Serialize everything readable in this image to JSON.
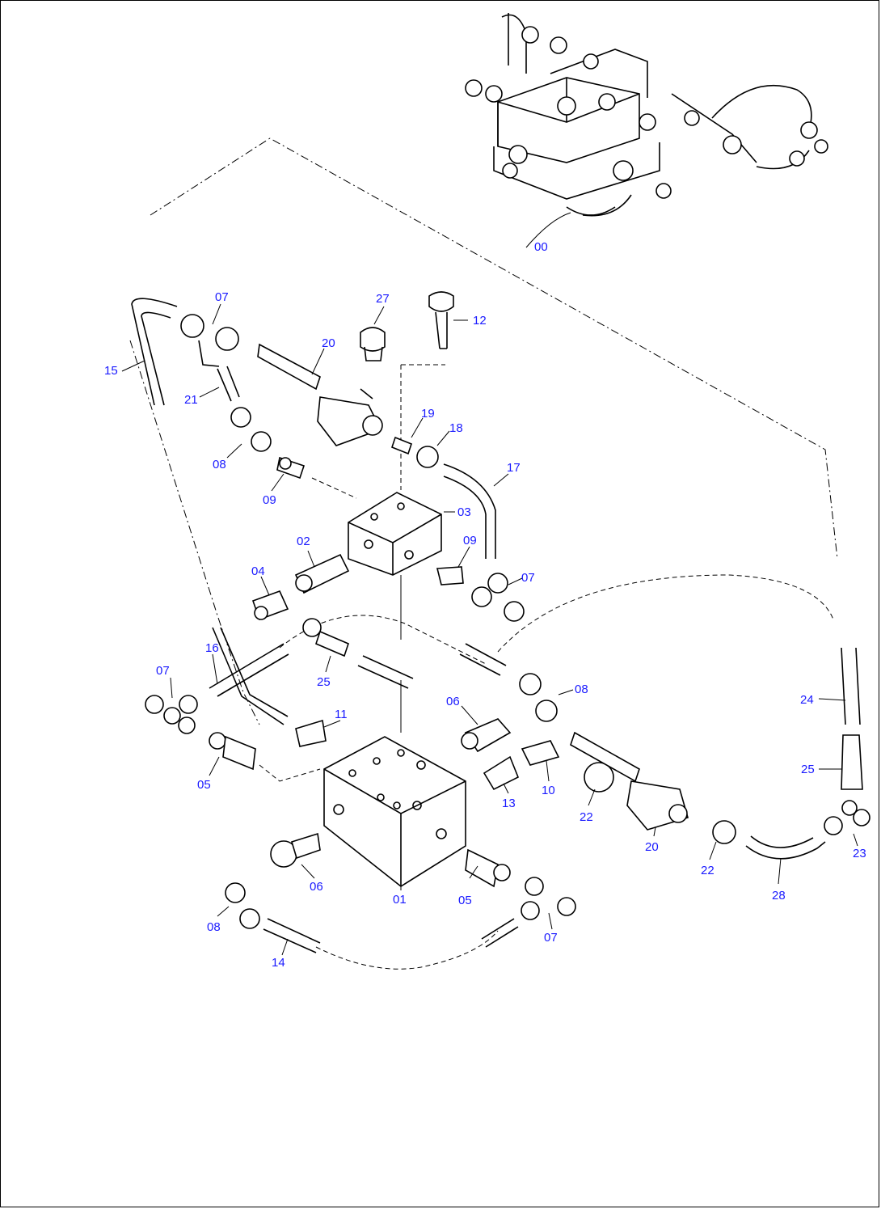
{
  "diagram": {
    "colors": {
      "label": "#1a1aff",
      "ink": "#000000",
      "background": "#ffffff"
    },
    "labels": [
      {
        "id": "00",
        "text": "00"
      },
      {
        "id": "01",
        "text": "01"
      },
      {
        "id": "02",
        "text": "02"
      },
      {
        "id": "03",
        "text": "03"
      },
      {
        "id": "04",
        "text": "04"
      },
      {
        "id": "05a",
        "text": "05"
      },
      {
        "id": "05b",
        "text": "05"
      },
      {
        "id": "06a",
        "text": "06"
      },
      {
        "id": "06b",
        "text": "06"
      },
      {
        "id": "07a",
        "text": "07"
      },
      {
        "id": "07b",
        "text": "07"
      },
      {
        "id": "07c",
        "text": "07"
      },
      {
        "id": "07d",
        "text": "07"
      },
      {
        "id": "08a",
        "text": "08"
      },
      {
        "id": "08b",
        "text": "08"
      },
      {
        "id": "08c",
        "text": "08"
      },
      {
        "id": "09a",
        "text": "09"
      },
      {
        "id": "09b",
        "text": "09"
      },
      {
        "id": "10",
        "text": "10"
      },
      {
        "id": "11",
        "text": "11"
      },
      {
        "id": "12",
        "text": "12"
      },
      {
        "id": "13",
        "text": "13"
      },
      {
        "id": "14",
        "text": "14"
      },
      {
        "id": "15",
        "text": "15"
      },
      {
        "id": "16",
        "text": "16"
      },
      {
        "id": "17",
        "text": "17"
      },
      {
        "id": "18",
        "text": "18"
      },
      {
        "id": "19",
        "text": "19"
      },
      {
        "id": "20a",
        "text": "20"
      },
      {
        "id": "20b",
        "text": "20"
      },
      {
        "id": "21",
        "text": "21"
      },
      {
        "id": "22a",
        "text": "22"
      },
      {
        "id": "22b",
        "text": "22"
      },
      {
        "id": "23",
        "text": "23"
      },
      {
        "id": "24",
        "text": "24"
      },
      {
        "id": "25a",
        "text": "25"
      },
      {
        "id": "25b",
        "text": "25"
      },
      {
        "id": "27",
        "text": "27"
      },
      {
        "id": "28",
        "text": "28"
      }
    ]
  }
}
